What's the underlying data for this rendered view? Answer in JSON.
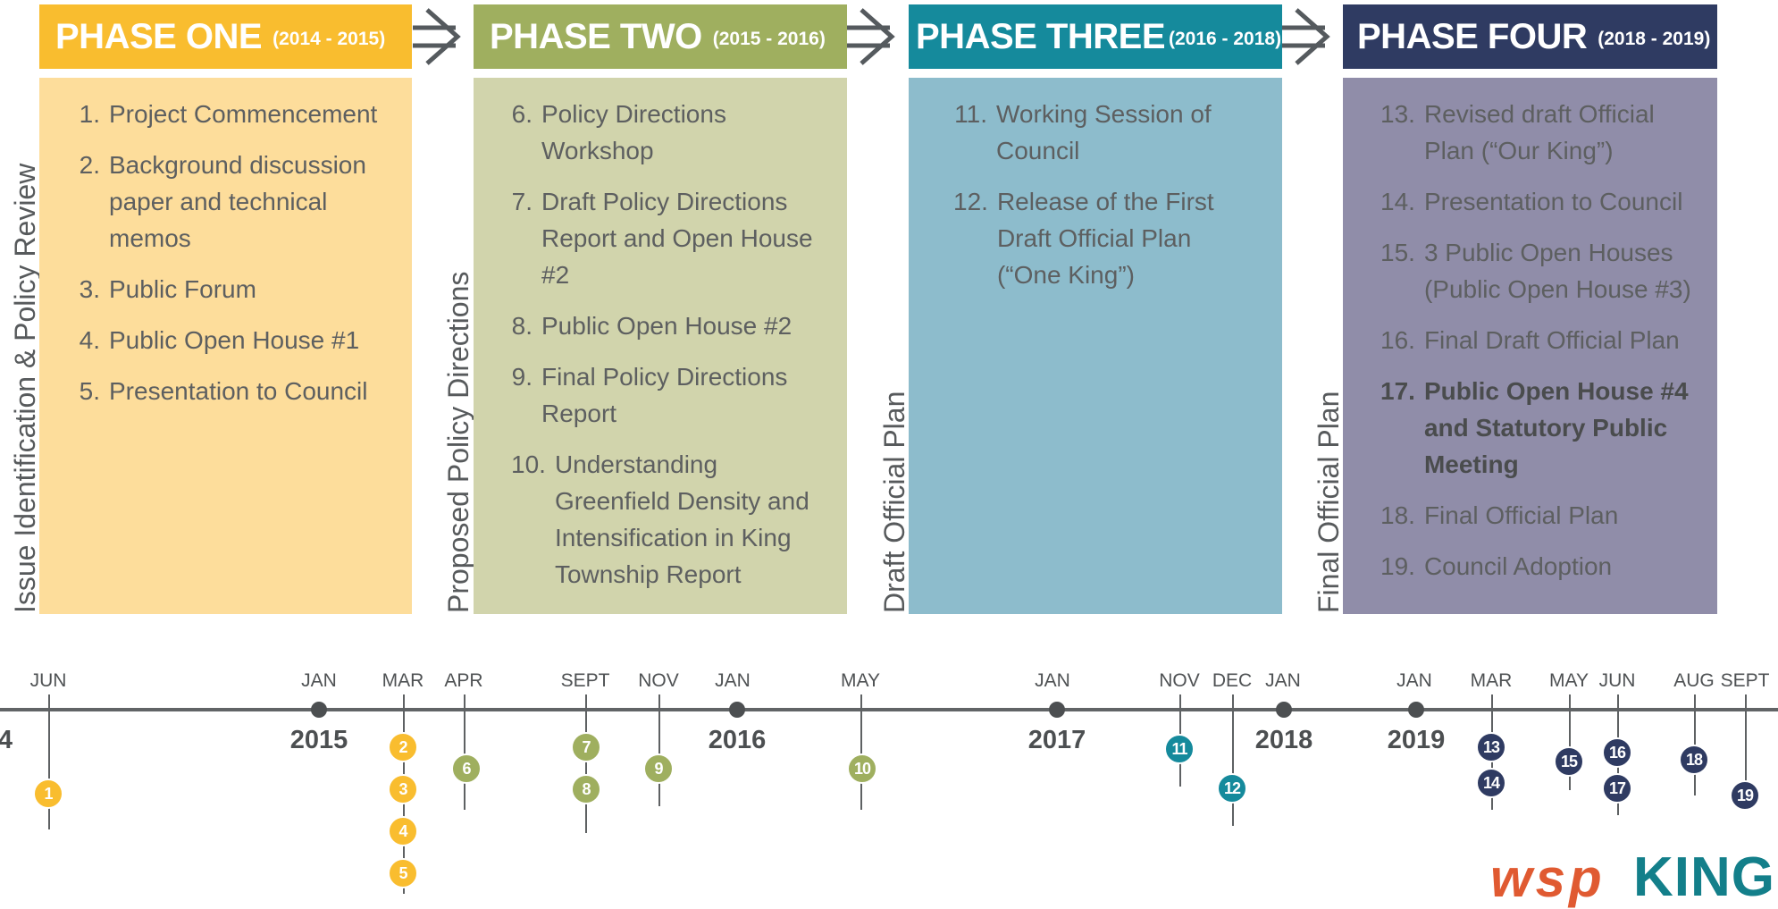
{
  "colors": {
    "phase1_header": "#f9bd2f",
    "phase1_panel": "#fddd9b",
    "phase2_header": "#9faf5f",
    "phase2_panel": "#d1d4ac",
    "phase3_header": "#158a9c",
    "phase3_panel": "#8dbccc",
    "phase4_header": "#2f3b62",
    "phase4_panel": "#908da9",
    "arrow": "#555a5e"
  },
  "phases": [
    {
      "name": "PHASE ONE",
      "years": "(2014 - 2015)",
      "side_label": "Issue Identification & Policy Review",
      "items": [
        {
          "num": "1.",
          "text": "Project Commencement",
          "bold": false
        },
        {
          "num": "2.",
          "text": "Background discussion paper and technical memos",
          "bold": false
        },
        {
          "num": "3.",
          "text": "Public Forum",
          "bold": false
        },
        {
          "num": "4.",
          "text": "Public Open House #1",
          "bold": false
        },
        {
          "num": "5.",
          "text": "Presentation to Council",
          "bold": false
        }
      ]
    },
    {
      "name": "PHASE TWO",
      "years": "(2015 - 2016)",
      "side_label": "Proposed Policy Directions",
      "items": [
        {
          "num": "6.",
          "text": "Policy Directions Workshop",
          "bold": false
        },
        {
          "num": "7.",
          "text": "Draft Policy Directions Report and Open House #2",
          "bold": false
        },
        {
          "num": "8.",
          "text": "Public Open House #2",
          "bold": false
        },
        {
          "num": "9.",
          "text": "Final Policy Directions Report",
          "bold": false
        },
        {
          "num": "10.",
          "text": "Understanding Greenfield Density and Intensification in King Township Report",
          "bold": false
        }
      ]
    },
    {
      "name": "PHASE THREE",
      "years": "(2016 - 2018)",
      "side_label": "Draft Official Plan",
      "items": [
        {
          "num": "11.",
          "text": "Working Session of Council",
          "bold": false
        },
        {
          "num": "12.",
          "text": "Release of the First Draft Official Plan (“One King”)",
          "bold": false
        }
      ]
    },
    {
      "name": "PHASE FOUR",
      "years": "(2018 - 2019)",
      "side_label": "Final Official Plan",
      "items": [
        {
          "num": "13.",
          "text": "Revised draft Official Plan (“Our King”)",
          "bold": false
        },
        {
          "num": "14.",
          "text": "Presentation to Council",
          "bold": false
        },
        {
          "num": "15.",
          "text": "3 Public Open Houses (Public Open House #3)",
          "bold": false
        },
        {
          "num": "16.",
          "text": "Final Draft Official Plan",
          "bold": false
        },
        {
          "num": "17.",
          "text": "Public Open House #4 and Statutory Public Meeting",
          "bold": true
        },
        {
          "num": "18.",
          "text": "Final Official Plan",
          "bold": false
        },
        {
          "num": "19.",
          "text": "Council Adoption",
          "bold": false
        }
      ]
    }
  ],
  "timeline": {
    "start_year_label": "4",
    "months": [
      "JUN",
      "JAN",
      "MAR",
      "APR",
      "SEPT",
      "NOV",
      "JAN",
      "MAY",
      "JAN",
      "NOV",
      "DEC",
      "JAN",
      "JAN",
      "MAR",
      "MAY",
      "JUN",
      "AUG",
      "SEPT"
    ],
    "years": [
      "2015",
      "2016",
      "2017",
      "2018",
      "2019"
    ],
    "markers": [
      "1",
      "2",
      "3",
      "4",
      "5",
      "6",
      "7",
      "8",
      "9",
      "10",
      "11",
      "12",
      "13",
      "14",
      "15",
      "16",
      "17",
      "18",
      "19"
    ]
  },
  "logos": {
    "wsp": "wsp",
    "king": "KING"
  }
}
